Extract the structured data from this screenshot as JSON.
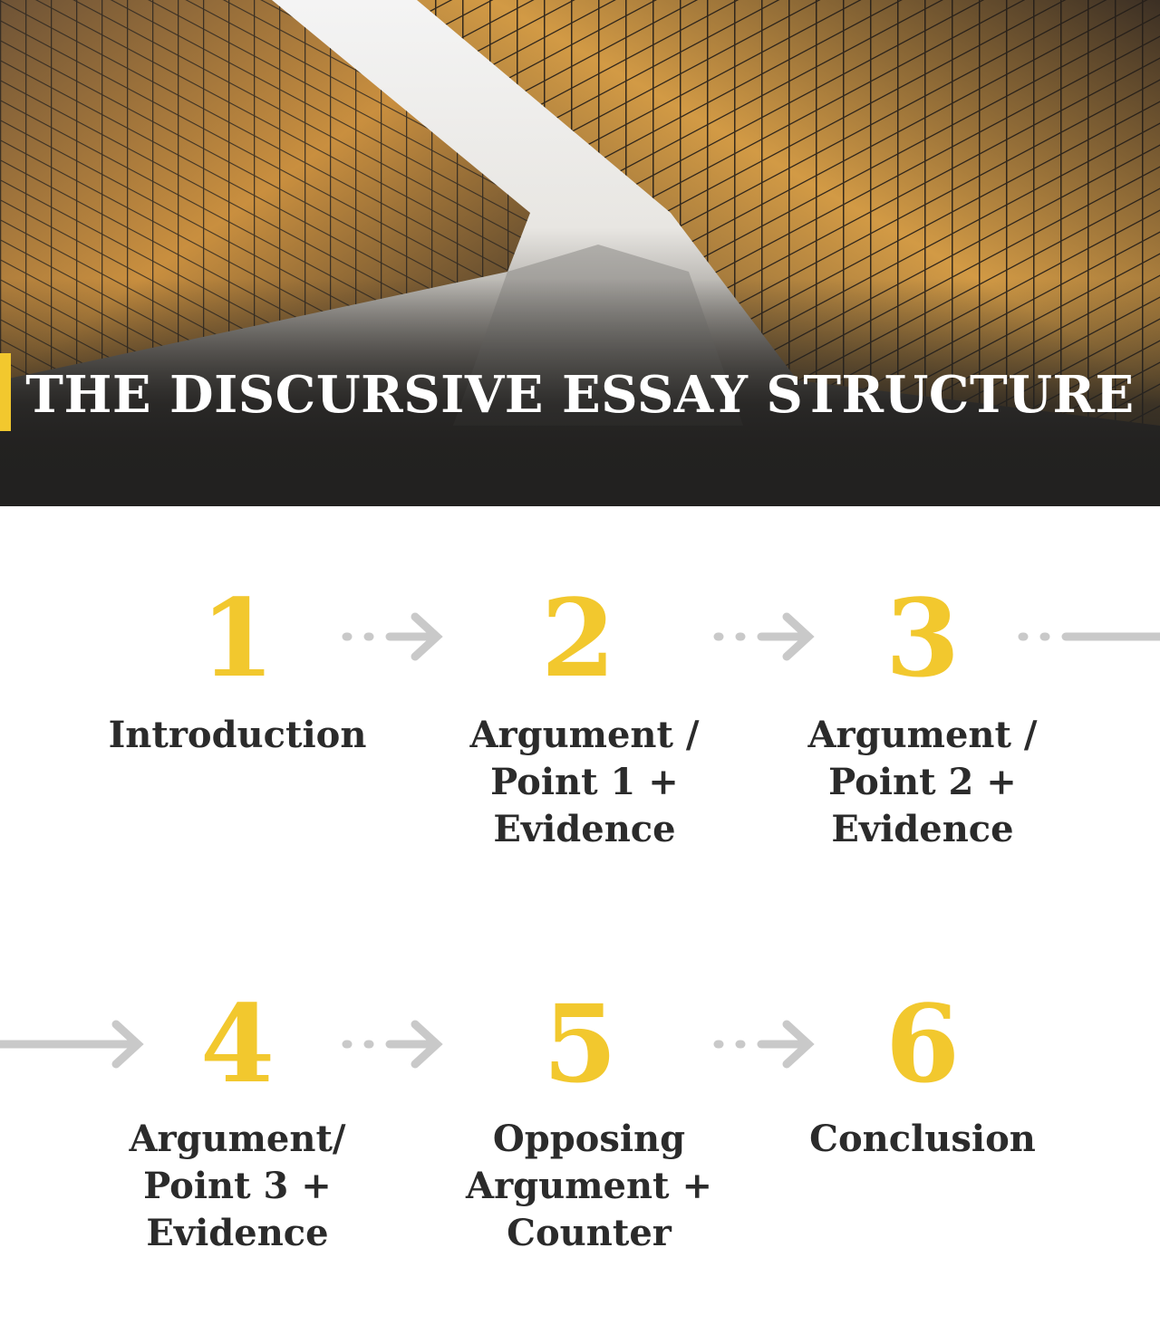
{
  "header": {
    "title": "THE DISCURSIVE ESSAY STRUCTURE"
  },
  "colors": {
    "accent": "#f2c82e",
    "arrow": "#c9c9c9",
    "text": "#2b2b2b"
  },
  "steps": [
    {
      "number": "1",
      "label": "Introduction"
    },
    {
      "number": "2",
      "label": "Argument /\nPoint 1 +\nEvidence"
    },
    {
      "number": "3",
      "label": "Argument /\nPoint 2 +\nEvidence"
    },
    {
      "number": "4",
      "label": "Argument/\nPoint 3 +\nEvidence"
    },
    {
      "number": "5",
      "label": "Opposing\nArgument +\nCounter"
    },
    {
      "number": "6",
      "label": "Conclusion"
    }
  ]
}
